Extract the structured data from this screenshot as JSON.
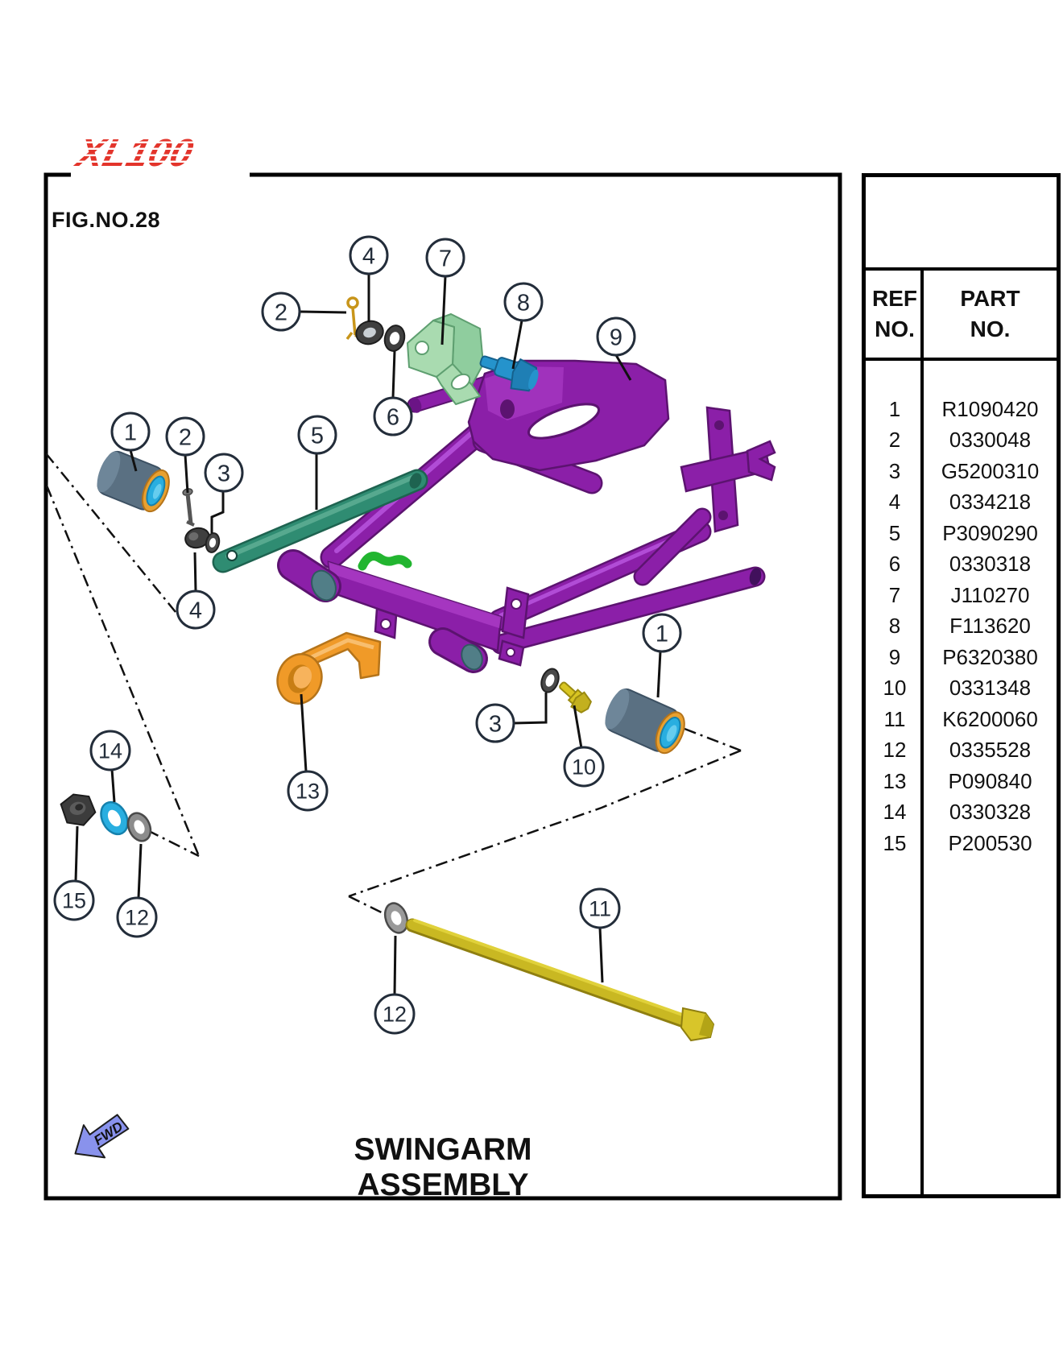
{
  "brand": {
    "logo_text": "XL100"
  },
  "figure": {
    "label": "FIG.NO.28",
    "title": "SWINGARM ASSEMBLY",
    "fwd_label": "FWD"
  },
  "table": {
    "headers": {
      "ref_line1": "REF",
      "ref_line2": "NO.",
      "part_line1": "PART",
      "part_line2": "NO."
    },
    "rows": [
      {
        "ref": "1",
        "part": "R1090420"
      },
      {
        "ref": "2",
        "part": "0330048"
      },
      {
        "ref": "3",
        "part": "G5200310"
      },
      {
        "ref": "4",
        "part": "0334218"
      },
      {
        "ref": "5",
        "part": "P3090290"
      },
      {
        "ref": "6",
        "part": "0330318"
      },
      {
        "ref": "7",
        "part": "J110270"
      },
      {
        "ref": "8",
        "part": "F113620"
      },
      {
        "ref": "9",
        "part": "P6320380"
      },
      {
        "ref": "10",
        "part": "0331348"
      },
      {
        "ref": "11",
        "part": "K6200060"
      },
      {
        "ref": "12",
        "part": "0335528"
      },
      {
        "ref": "13",
        "part": "P090840"
      },
      {
        "ref": "14",
        "part": "0330328"
      },
      {
        "ref": "15",
        "part": "P200530"
      }
    ]
  },
  "diagram": {
    "callouts": [
      {
        "id": "callout-4-upper",
        "label": "4"
      },
      {
        "id": "callout-7",
        "label": "7"
      },
      {
        "id": "callout-8",
        "label": "8"
      },
      {
        "id": "callout-2-upper",
        "label": "2"
      },
      {
        "id": "callout-6",
        "label": "6"
      },
      {
        "id": "callout-9",
        "label": "9"
      },
      {
        "id": "callout-1-left",
        "label": "1"
      },
      {
        "id": "callout-2-left",
        "label": "2"
      },
      {
        "id": "callout-3-left",
        "label": "3"
      },
      {
        "id": "callout-5",
        "label": "5"
      },
      {
        "id": "callout-4-lower",
        "label": "4"
      },
      {
        "id": "callout-1-right",
        "label": "1"
      },
      {
        "id": "callout-3-right",
        "label": "3"
      },
      {
        "id": "callout-10",
        "label": "10"
      },
      {
        "id": "callout-13",
        "label": "13"
      },
      {
        "id": "callout-14",
        "label": "14"
      },
      {
        "id": "callout-15",
        "label": "15"
      },
      {
        "id": "callout-12-left",
        "label": "12"
      },
      {
        "id": "callout-12-lower",
        "label": "12"
      },
      {
        "id": "callout-11",
        "label": "11"
      }
    ]
  },
  "colors": {
    "brand_red": "#E3342B",
    "swingarm_purple": "#8B1FA8",
    "strut_teal": "#2F8C72",
    "bracket_green": "#A9DBB0",
    "clamp_green": "#22B530",
    "bolt_blue": "#2593CC",
    "washer_cyan": "#29AEE0",
    "bushing_slate": "#5A7082",
    "bushing_ring_orange": "#E8A030",
    "guard_orange": "#F09A28",
    "rod_yellow": "#C9B822",
    "fwd_arrow_periwinkle": "#8992EC"
  }
}
